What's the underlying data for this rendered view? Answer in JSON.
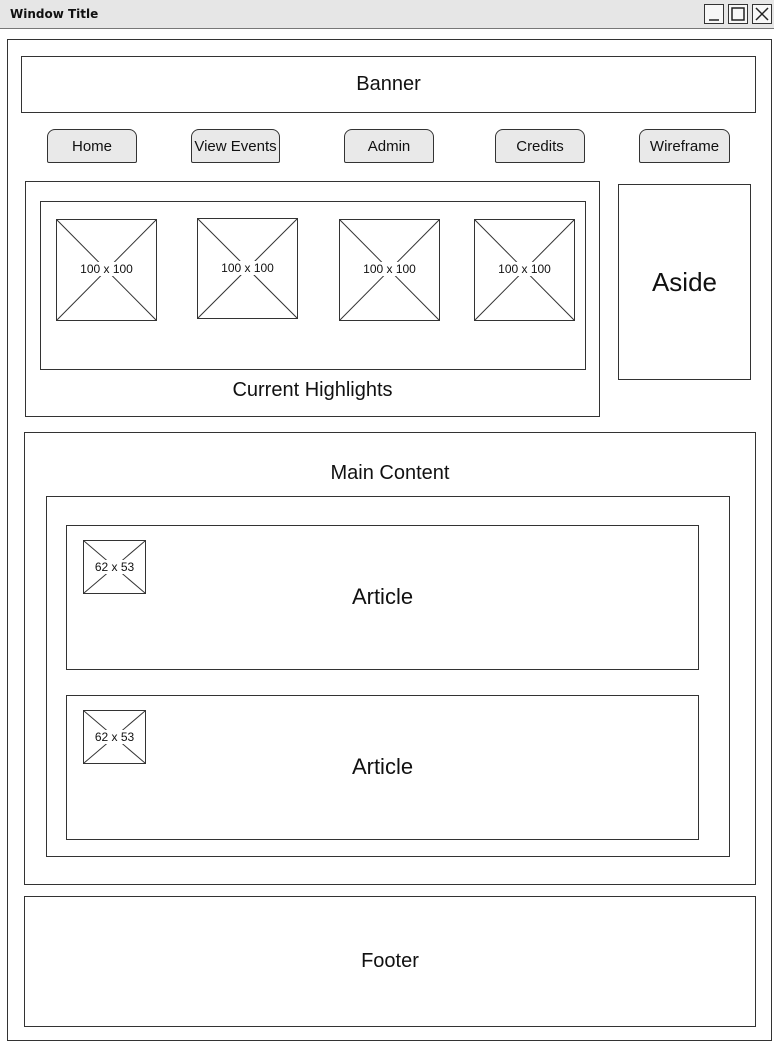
{
  "window": {
    "title": "Window Title"
  },
  "banner": {
    "label": "Banner"
  },
  "nav": {
    "items": [
      "Home",
      "View Events",
      "Admin",
      "Credits",
      "Wireframe"
    ]
  },
  "highlights": {
    "label": "Current Highlights",
    "images": [
      "100 x 100",
      "100 x 100",
      "100 x 100",
      "100 x 100"
    ]
  },
  "aside": {
    "label": "Aside"
  },
  "main": {
    "label": "Main Content",
    "articles": [
      {
        "label": "Article",
        "thumb": "62 x 53"
      },
      {
        "label": "Article",
        "thumb": "62 x 53"
      }
    ]
  },
  "footer": {
    "label": "Footer"
  }
}
